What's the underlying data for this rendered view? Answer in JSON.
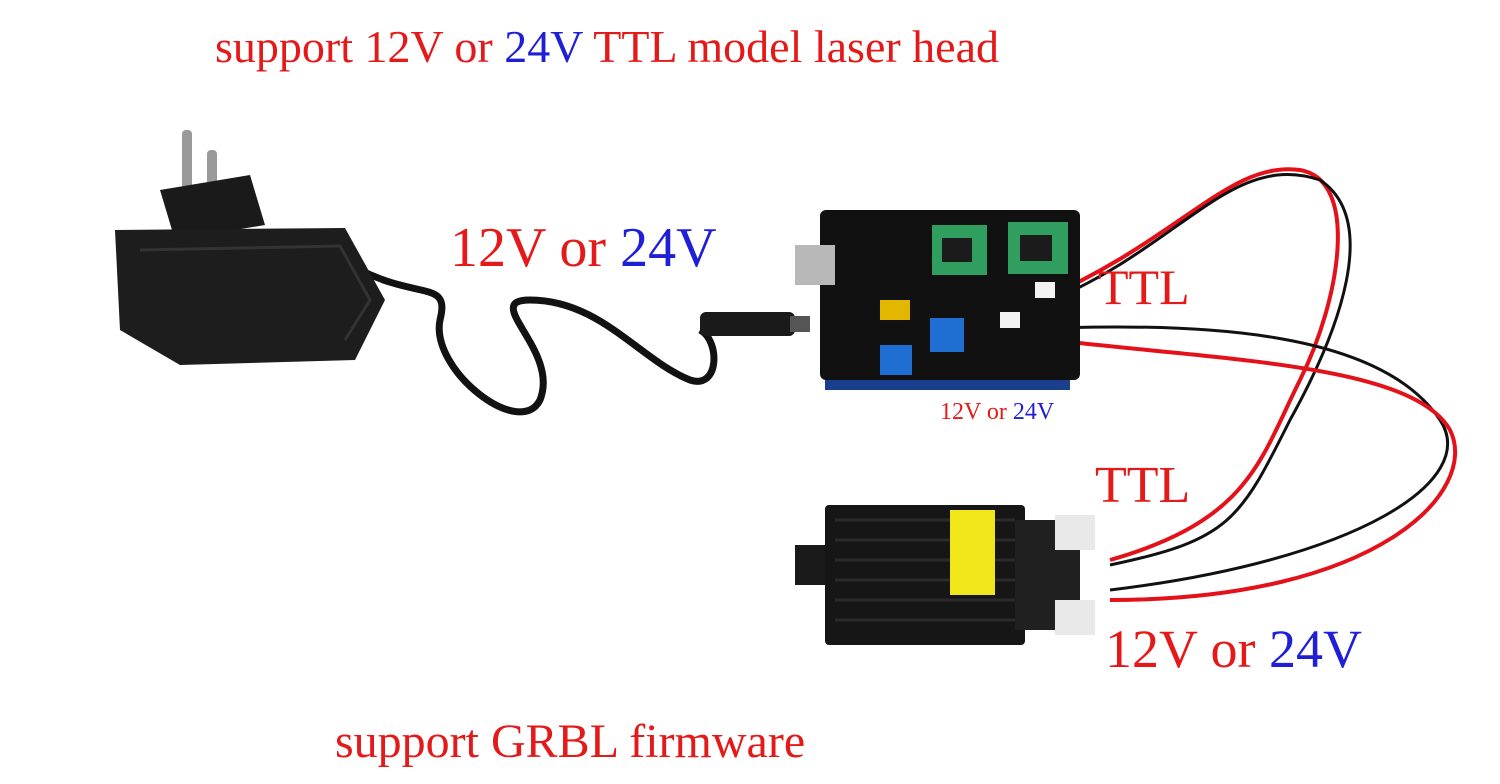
{
  "title_top": {
    "red_a": "support 12V or ",
    "blue": "24V",
    "red_b": " TTL model laser head"
  },
  "title_bottom": "support GRBL firmware",
  "power_label": {
    "red": "12V or ",
    "blue": "24V"
  },
  "board_label": {
    "red": "12V or ",
    "blue": "24V"
  },
  "laser_label": {
    "red": "12V or ",
    "blue": "24V"
  },
  "ttl_board": "TTL",
  "ttl_laser": "TTL",
  "colors": {
    "red": "#e41a1a",
    "blue": "#1f1fd6",
    "pcb": "#111111",
    "arduino": "#1b3f8f",
    "wire_red": "#e3121a"
  }
}
